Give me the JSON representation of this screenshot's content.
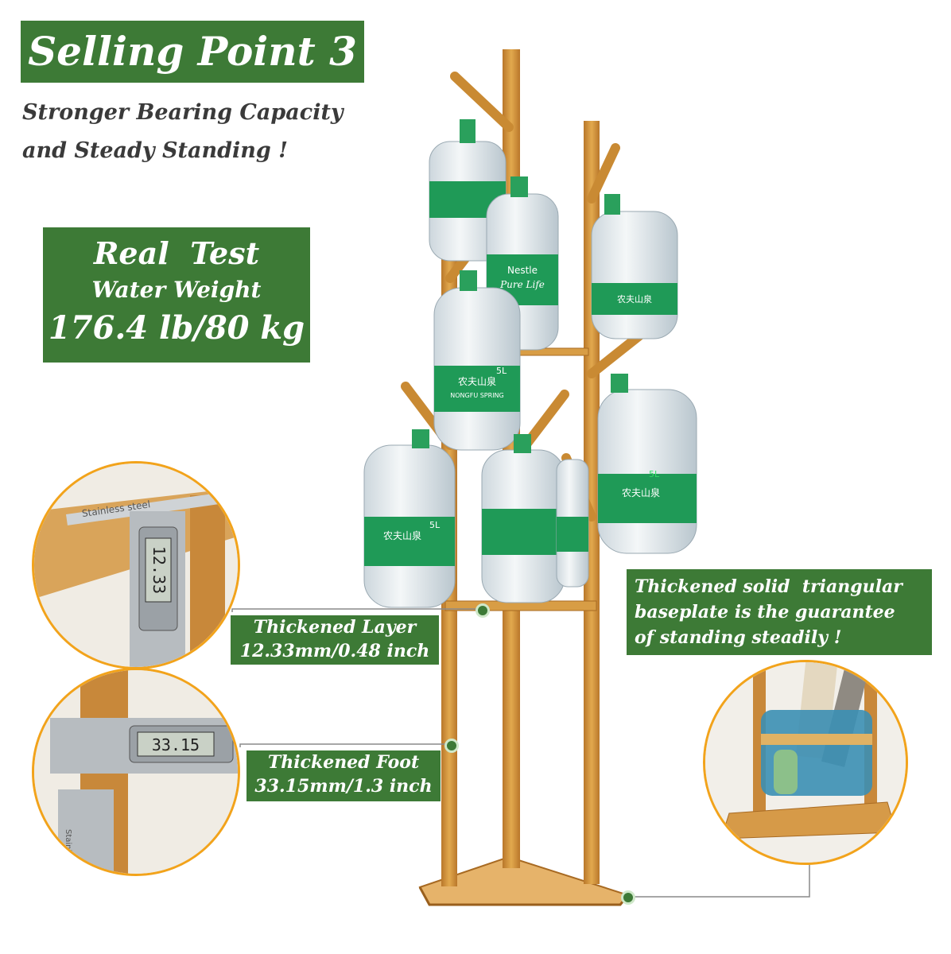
{
  "header": {
    "title": "Selling Point 3",
    "subtitle_line1": "Stronger Bearing Capacity",
    "subtitle_line2": "and Steady Standing !"
  },
  "test_box": {
    "line1": "Real  Test",
    "line2": "Water Weight",
    "line3": "176.4 lb/80 kg"
  },
  "callouts": {
    "layer": {
      "line1": "Thickened Layer",
      "line2": "12.33mm/0.48 inch"
    },
    "foot": {
      "line1": "Thickened Foot",
      "line2": "33.15mm/1.3 inch"
    },
    "baseplate": {
      "line1": "Thickened solid  triangular",
      "line2": "baseplate is the guarantee",
      "line3": "of standing steadily !"
    }
  },
  "caliper_readings": {
    "layer": "12.33",
    "foot": "33.15"
  },
  "bottle_labels": {
    "nongfu": "农夫山泉",
    "nongfu_en": "NONGFU SPRING",
    "nestle": "Nestle",
    "pure_life": "Pure Life",
    "volume": "5L",
    "stainless": "Stainless steel"
  },
  "colors": {
    "accent_green": "#3d7a36",
    "bamboo": "#d79a3c",
    "ring_orange": "#f2a31b"
  }
}
